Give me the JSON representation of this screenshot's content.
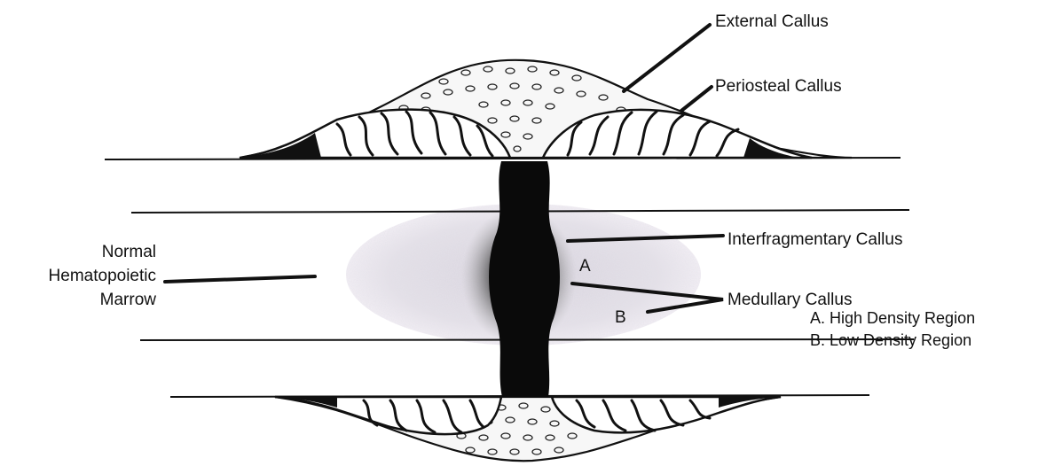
{
  "labels": {
    "external_callus": "External Callus",
    "periosteal_callus": "Periosteal Callus",
    "interfragmentary_callus": "Interfragmentary Callus",
    "medullary_callus": "Medullary Callus",
    "high_density_region": "A. High Density Region",
    "low_density_region": "B. Low Density Region",
    "normal_marrow_line1": "Normal",
    "normal_marrow_line2": "Hematopoietic",
    "normal_marrow_line3": "Marrow",
    "marker_a": "A",
    "marker_b": "B"
  },
  "colors": {
    "ink": "#111111",
    "marrow_stipple": "#d6d2dc",
    "background": "#ffffff"
  }
}
